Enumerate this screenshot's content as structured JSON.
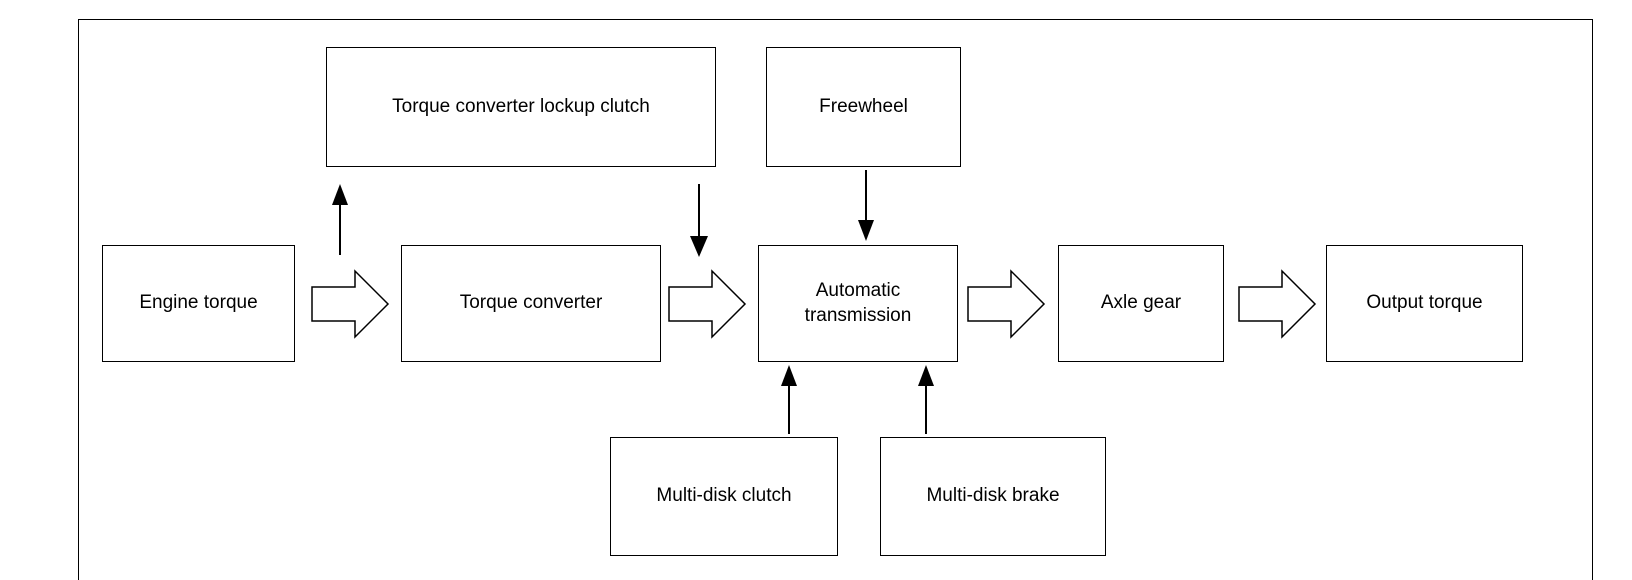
{
  "diagram": {
    "nodes": {
      "engine_torque": "Engine torque",
      "torque_converter": "Torque converter",
      "lockup_clutch": "Torque converter lockup clutch",
      "freewheel": "Freewheel",
      "automatic_transmission": "Automatic\ntransmission",
      "axle_gear": "Axle gear",
      "output_torque": "Output torque",
      "multi_disk_clutch": "Multi-disk clutch",
      "multi_disk_brake": "Multi-disk brake"
    }
  }
}
